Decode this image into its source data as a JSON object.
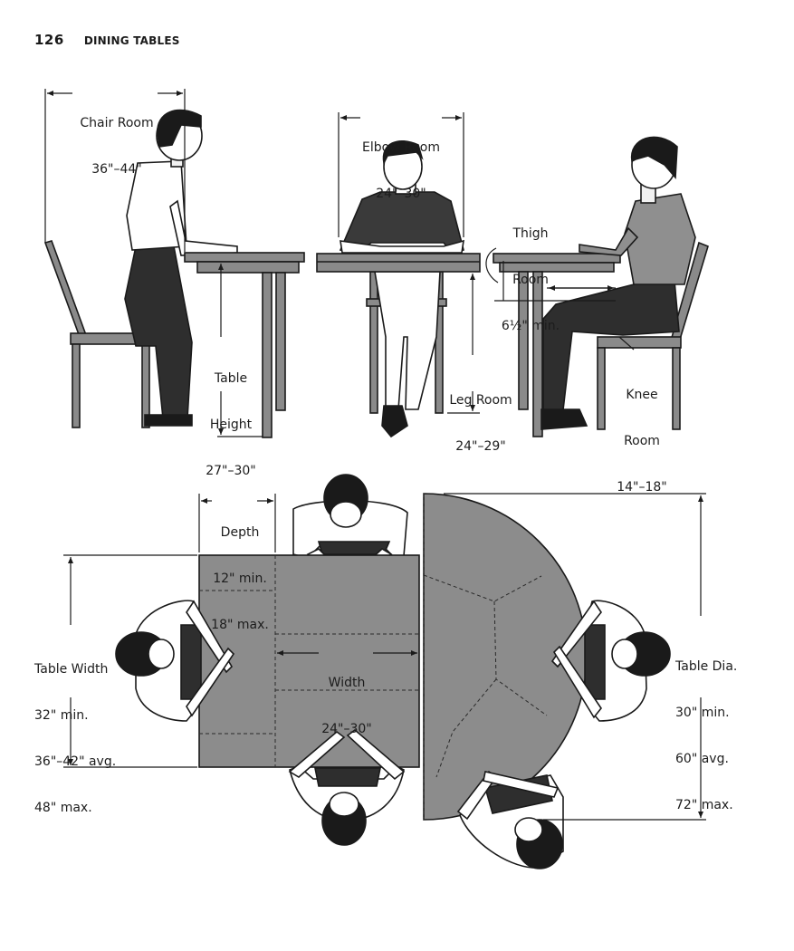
{
  "header": {
    "page_number": "126",
    "section_title": "DINING TABLES"
  },
  "side_views": {
    "chair_room": {
      "label": "Chair Room",
      "value": "36\"–44\""
    },
    "elbow_room": {
      "label": "Elbow Room",
      "value": "24\"–30\""
    },
    "table_height": {
      "line1": "Table",
      "line2": "Height",
      "value": "27\"–30\""
    },
    "leg_room": {
      "label": "Leg Room",
      "value": "24\"–29\""
    },
    "thigh_room": {
      "line1": "Thigh",
      "line2": "Room",
      "value": "6½\" min."
    },
    "knee_room": {
      "line1": "Knee",
      "line2": "Room",
      "value": "14\"–18\""
    }
  },
  "plan_views": {
    "depth": {
      "label": "Depth",
      "min": "12\" min.",
      "max": "18\" max."
    },
    "table_width": {
      "label": "Table Width",
      "min": "32\" min.",
      "avg": "36\"–42\" avg.",
      "max": "48\" max."
    },
    "width": {
      "label": "Width",
      "value": "24\"–30\""
    },
    "table_dia": {
      "label": "Table Dia.",
      "min": "30\" min.",
      "avg": "60\" avg.",
      "max": "72\" max."
    }
  },
  "colors": {
    "wood": "#8a8a8a",
    "table_top": "#8c8c8c",
    "ink": "#1a1a1a",
    "shirt_dark": "#3a3a3a",
    "pants_dark": "#2e2e2e"
  }
}
